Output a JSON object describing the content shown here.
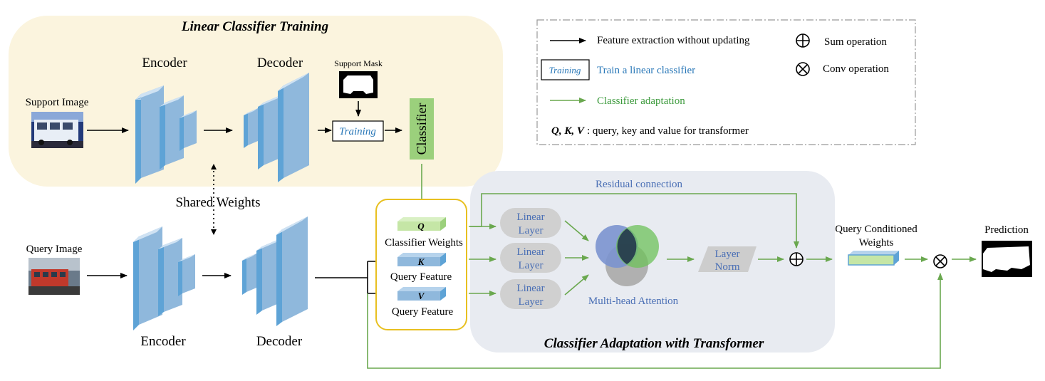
{
  "colors": {
    "panel_yellow": "#fbf4de",
    "panel_gray": "#e8ebf1",
    "block_front": "#8fb8dc",
    "block_side": "#5ea3d6",
    "block_top": "#b6d3ec",
    "green_arrow": "#6aa84f",
    "classifier_fill": "#9bd07c",
    "linear_layer_fill": "#d0d0d0",
    "blue_text": "#4a6fb5",
    "green_text": "#3c9a3c",
    "yellow_border": "#e8c020"
  },
  "top_panel": {
    "title": "Linear Classifier Training",
    "encoder_label": "Encoder",
    "decoder_label": "Decoder",
    "support_image_label": "Support Image",
    "support_mask_label": "Support Mask",
    "training_label": "Training",
    "classifier_label": "Classifier"
  },
  "shared_weights_label": "Shared Weights",
  "bottom_branch": {
    "query_image_label": "Query Image",
    "encoder_label": "Encoder",
    "decoder_label": "Decoder"
  },
  "qkv_box": {
    "q_symbol": "Q",
    "q_label": "Classifier Weights",
    "k_symbol": "K",
    "k_label": "Query Feature",
    "v_symbol": "V",
    "v_label": "Query Feature"
  },
  "transformer_panel": {
    "title": "Classifier Adaptation with Transformer",
    "residual_label": "Residual connection",
    "linear_layers": [
      "Linear\nLayer",
      "Linear\nLayer",
      "Linear\nLayer"
    ],
    "linear_layer_line1": "Linear",
    "linear_layer_line2": "Layer",
    "attention_label": "Multi-head Attention",
    "layer_norm_line1": "Layer",
    "layer_norm_line2": "Norm"
  },
  "output": {
    "qcw_line1": "Query Conditioned",
    "qcw_line2": "Weights",
    "prediction_label": "Prediction"
  },
  "legend": {
    "black_arrow_label": "Feature extraction without updating",
    "training_box_label": "Training",
    "training_desc": "Train a linear classifier",
    "green_arrow_label": "Classifier adaptation",
    "qkv_symbols": "Q, K, V",
    "qkv_desc": ": query, key and value for transformer",
    "sum_label": "Sum operation",
    "conv_label": "Conv operation"
  }
}
